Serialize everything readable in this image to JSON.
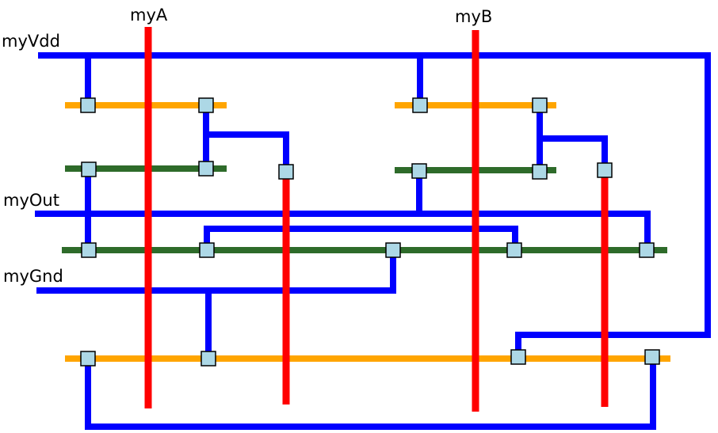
{
  "labels": {
    "vdd": "myVdd",
    "out": "myOut",
    "gnd": "myGnd",
    "input_a": "myA",
    "input_b": "myB"
  },
  "colors": {
    "metal": "#0000ff",
    "poly": "#ff0000",
    "p_diffusion": "#ffa500",
    "n_diffusion": "#2e6b2a",
    "contact": "#add8e6"
  }
}
